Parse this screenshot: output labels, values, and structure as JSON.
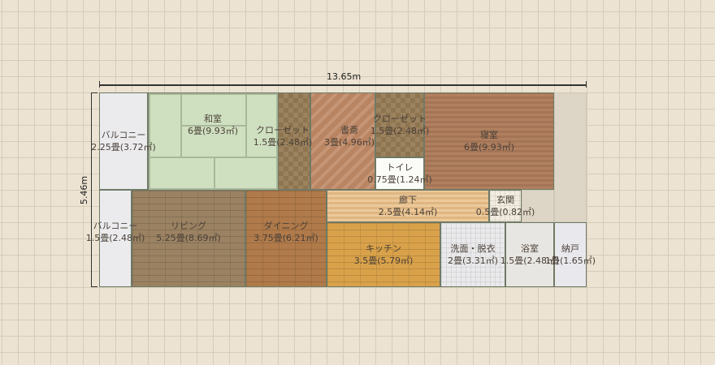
{
  "dimensions": {
    "width": "13.65m",
    "height": "5.46m"
  },
  "rooms": [
    {
      "name": "バルコニー",
      "size": "2.25畳(3.72㎡)"
    },
    {
      "name": "和室",
      "size": "6畳(9.93㎡)"
    },
    {
      "name": "クローゼット",
      "size": "1.5畳(2.48㎡)"
    },
    {
      "name": "書斎",
      "size": "3畳(4.96㎡)"
    },
    {
      "name": "クローゼット",
      "size": "1.5畳(2.48㎡)"
    },
    {
      "name": "トイレ",
      "size": "0.75畳(1.24㎡)"
    },
    {
      "name": "寝室",
      "size": "6畳(9.93㎡)"
    },
    {
      "name": "バルコニー",
      "size": "1.5畳(2.48㎡)"
    },
    {
      "name": "リビング",
      "size": "5.25畳(8.69㎡)"
    },
    {
      "name": "ダイニング",
      "size": "3.75畳(6.21㎡)"
    },
    {
      "name": "廊下",
      "size": "2.5畳(4.14㎡)"
    },
    {
      "name": "玄関",
      "size": "0.5畳(0.82㎡)"
    },
    {
      "name": "キッチン",
      "size": "3.5畳(5.79㎡)"
    },
    {
      "name": "洗面・脱衣",
      "size": "2畳(3.31㎡)"
    },
    {
      "name": "浴室",
      "size": "1.5畳(2.48㎡)"
    },
    {
      "name": "納戸",
      "size": "1畳(1.65㎡)"
    }
  ]
}
